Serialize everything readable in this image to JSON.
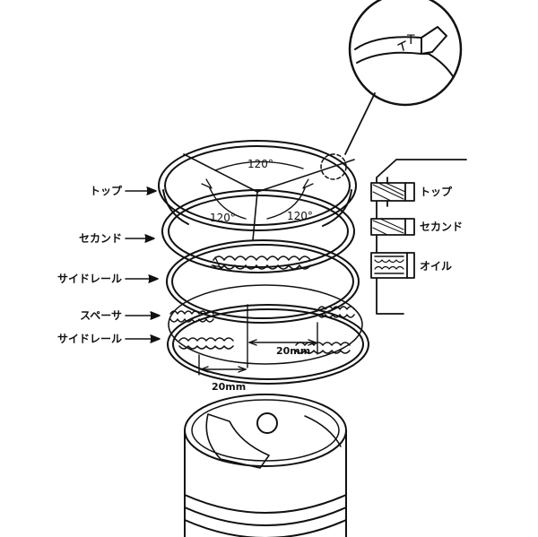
{
  "labels": {
    "left": {
      "top": "トップ",
      "second": "セカンド",
      "side_rail_upper": "サイドレール",
      "spacer": "スペーサ",
      "side_rail_lower": "サイドレール"
    },
    "right": {
      "top": "トップ",
      "second": "セカンド",
      "oil": "オイル"
    },
    "angles": {
      "top_angle": "120°",
      "left_angle": "120°",
      "right_angle": "120°"
    },
    "dimensions": {
      "spacer_gap": "20mm",
      "rail_gap": "20mm"
    },
    "ring_mark": "T"
  }
}
